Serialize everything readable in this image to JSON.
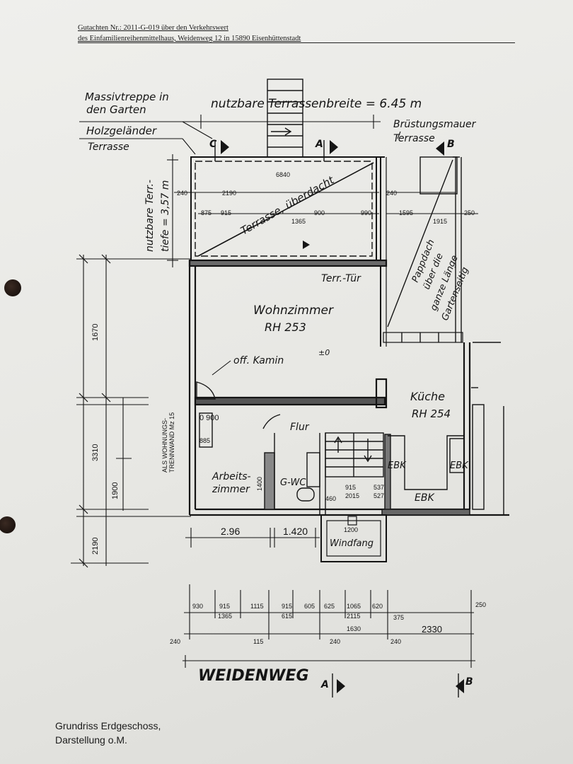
{
  "header": {
    "line1": "Gutachten Nr.: 2011-G-019   über den Verkehrswert",
    "line2": "des Einfamilienreihenmittelhaus, Weidenweg 12 in 15890 Eisenhüttenstadt"
  },
  "caption": {
    "line1": "Grundriss Erdgeschoss,",
    "line2": "Darstellung o.M."
  },
  "plan": {
    "labels": {
      "massivtreppe1": "Massivtreppe in",
      "massivtreppe2": "den Garten",
      "holzgelaender": "Holzgeländer",
      "terrasse": "Terrasse",
      "nutzbare_breite": "nutzbare Terrassenbreite = 6.45 m",
      "bruestungsmauer": "Brüstungsmauer",
      "terrasse_r": "Terrasse",
      "terrasse_ueberdacht": "Terrasse, überdacht",
      "nutzbare_tiefe1": "nutzbare Terr.-",
      "nutzbare_tiefe2": "tiefe = 3,57 m",
      "terr_tuer": "Terr.-Tür",
      "wohnzimmer": "Wohnzimmer",
      "rh_wohn": "RH 253",
      "pappdach1": "Pappdach",
      "pappdach2": "über die",
      "pappdach3": "ganze Länge",
      "pappdach4": "Gartenseitig",
      "offener_kamin": "off. Kamin",
      "kueche": "Küche",
      "rh_kueche": "RH 254",
      "flur": "Flur",
      "trennwand1": "ALS WOHNUNGS-",
      "trennwand2": "TRENNWAND Mz 15",
      "arbeitszimmer1": "Arbeits-",
      "arbeitszimmer2": "zimmer",
      "gwc": "G-WC",
      "ebk1": "EBK",
      "ebk2": "EBK",
      "ebk3": "EBK",
      "windfang": "Windfang",
      "weidenweg": "WEIDENWEG",
      "section_a": "A",
      "section_b": "B",
      "section_c": "C",
      "pm": "±0"
    },
    "dimensions": {
      "d6840": "6840",
      "d2190": "2190",
      "d240a": "240",
      "d240b": "240",
      "d1595": "1595",
      "d250": "250",
      "d875": "875",
      "d915": "915",
      "d1365": "1365",
      "d900": "900",
      "d990": "990",
      "d1915": "1915",
      "d1670": "1670",
      "d3310": "3310",
      "d1900": "1900",
      "d2190v": "2190",
      "d2960": "2.96",
      "d1420": "1.420",
      "b930": "930",
      "b915": "915",
      "b1115": "1115",
      "b915b": "915",
      "b605": "605",
      "b625": "625",
      "b1065": "1065",
      "b620": "620",
      "b250": "250",
      "b1365": "1365",
      "b615": "615",
      "b2115": "2115",
      "b375": "375",
      "b1630": "1630",
      "b2330": "2330",
      "b240a": "240",
      "b115": "115",
      "b240b": "240",
      "b240c": "240",
      "o900": "0 900",
      "d885": "885",
      "d1200": "1200",
      "d915b": "915",
      "d2015": "2015",
      "d537": "537",
      "d527": "527",
      "d460": "460",
      "d1400": "1400"
    }
  }
}
